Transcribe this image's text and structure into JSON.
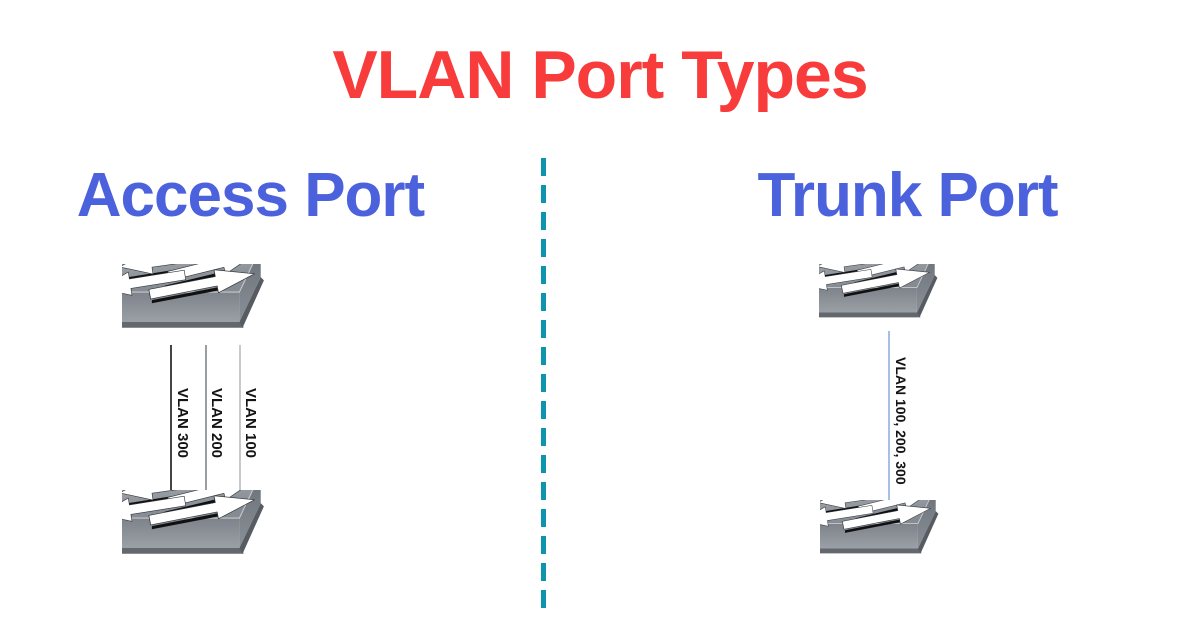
{
  "title": {
    "text": "VLAN Port Types",
    "color": "#F83B3B"
  },
  "divider": {
    "style": "vertical-dashed",
    "color": "#0F94AE"
  },
  "access": {
    "heading": "Access Port",
    "heading_color": "#4C62DD",
    "device_icon": "network-switch",
    "links": [
      {
        "label": "VLAN 300",
        "line_color": "#454545"
      },
      {
        "label": "VLAN 200",
        "line_color": "#989EA4"
      },
      {
        "label": "VLAN 100",
        "line_color": "#C4CAD0"
      }
    ]
  },
  "trunk": {
    "heading": "Trunk Port",
    "heading_color": "#4C62DD",
    "device_icon": "network-switch",
    "links": [
      {
        "label": "VLAN 100, 200, 300",
        "line_color": "#A6BEE9"
      }
    ]
  }
}
